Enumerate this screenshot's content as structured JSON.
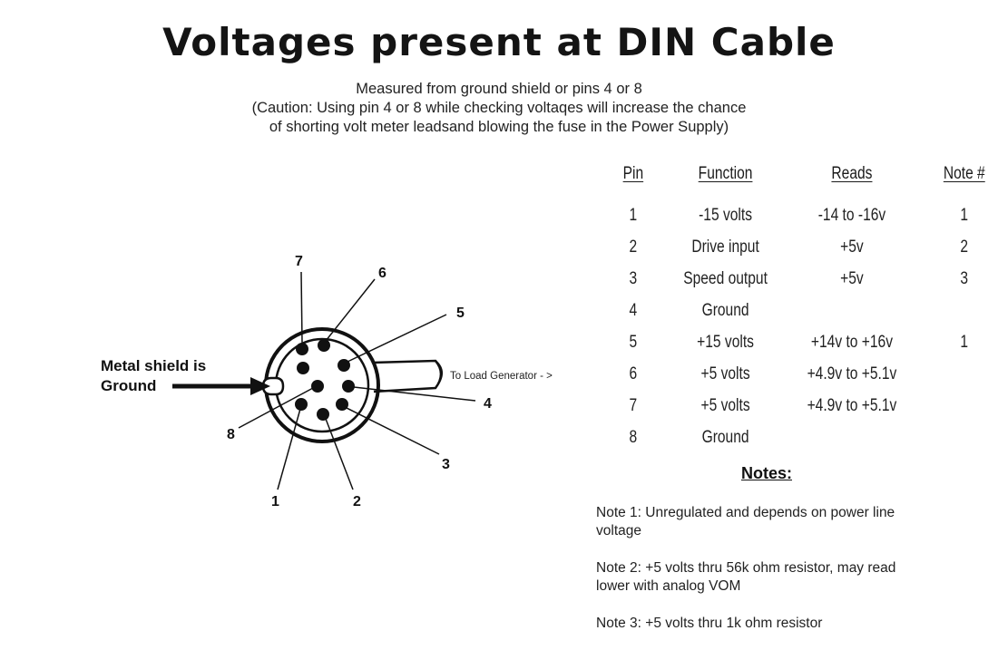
{
  "title": "Voltages present at DIN Cable",
  "subtitle": {
    "line1": "Measured from ground shield or pins 4 or 8",
    "line2": "(Caution: Using pin 4 or 8 while checking voltaqes will increase the chance",
    "line3": "of shorting volt meter leadsand blowing the fuse in the Power Supply)"
  },
  "diagram": {
    "shield_label_line1": "Metal shield is",
    "shield_label_line2": "Ground",
    "cable_label": "To Load Generator - >",
    "pin_labels": {
      "p1": "1",
      "p2": "2",
      "p3": "3",
      "p4": "4",
      "p5": "5",
      "p6": "6",
      "p7": "7",
      "p8": "8"
    }
  },
  "table": {
    "headers": {
      "pin": "Pin",
      "function": "Function",
      "reads": "Reads",
      "note": "Note #"
    },
    "rows": [
      {
        "pin": "1",
        "function": "-15 volts",
        "reads": "-14 to -16v",
        "note": "1"
      },
      {
        "pin": "2",
        "function": "Drive input",
        "reads": "+5v",
        "note": "2"
      },
      {
        "pin": "3",
        "function": "Speed output",
        "reads": "+5v",
        "note": "3"
      },
      {
        "pin": "4",
        "function": "Ground",
        "reads": "",
        "note": ""
      },
      {
        "pin": "5",
        "function": "+15 volts",
        "reads": "+14v to +16v",
        "note": "1"
      },
      {
        "pin": "6",
        "function": "+5 volts",
        "reads": "+4.9v to +5.1v",
        "note": ""
      },
      {
        "pin": "7",
        "function": "+5 volts",
        "reads": "+4.9v to +5.1v",
        "note": ""
      },
      {
        "pin": "8",
        "function": "Ground",
        "reads": "",
        "note": ""
      }
    ]
  },
  "notes": {
    "heading": "Notes:",
    "note1_line1": "Note 1:  Unregulated and depends on power line",
    "note1_line2": "voltage",
    "note2_line1": "Note 2: +5 volts thru 56k ohm resistor, may read",
    "note2_line2": "lower with analog VOM",
    "note3": "Note 3:  +5 volts thru 1k ohm resistor"
  }
}
